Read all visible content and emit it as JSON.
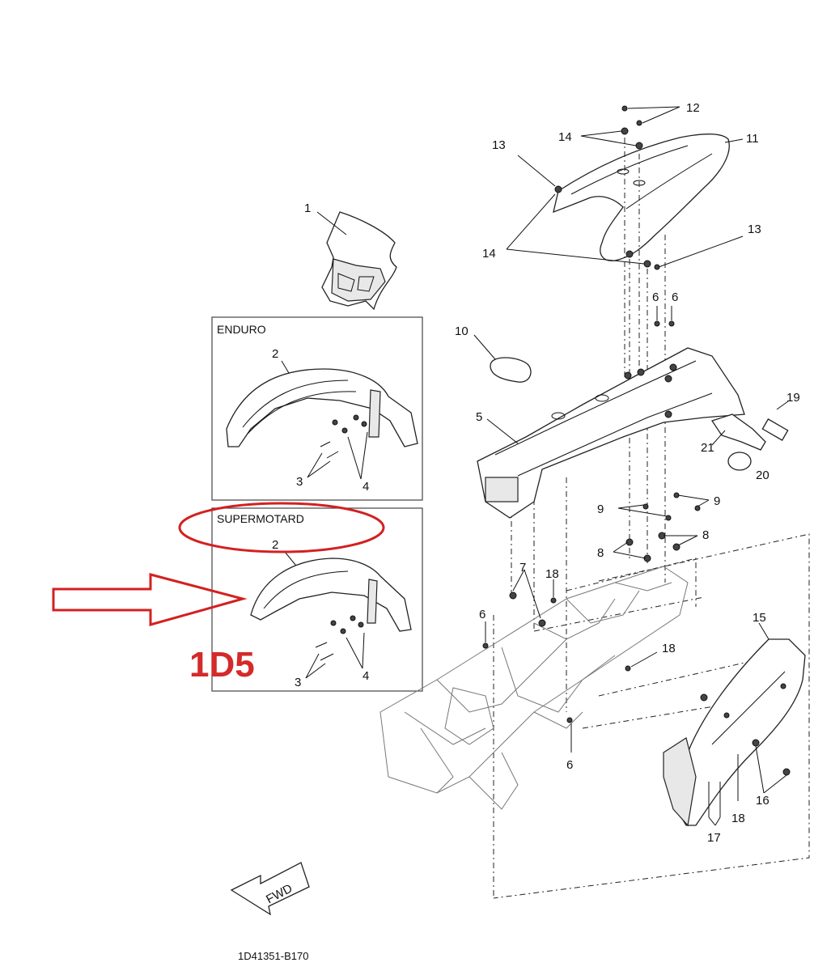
{
  "box_enduro": {
    "title": "ENDURO"
  },
  "box_supermotard": {
    "title": "SUPERMOTARD"
  },
  "callout": {
    "text": "1D5"
  },
  "fwd": {
    "text": "FWD"
  },
  "drawing_code": "1D41351-B170",
  "part_numbers": {
    "p1": "1",
    "p2a": "2",
    "p2b": "2",
    "p3a": "3",
    "p3b": "3",
    "p4a": "4",
    "p4b": "4",
    "p5": "5",
    "p6a": "6",
    "p6b": "6",
    "p6c": "6",
    "p6d": "6",
    "p7": "7",
    "p8a": "8",
    "p8b": "8",
    "p9a": "9",
    "p9b": "9",
    "p10": "10",
    "p11": "11",
    "p12": "12",
    "p13a": "13",
    "p13b": "13",
    "p14a": "14",
    "p14b": "14",
    "p15": "15",
    "p16": "16",
    "p17": "17",
    "p18a": "18",
    "p18b": "18",
    "p18c": "18",
    "p19": "19",
    "p20": "20",
    "p21": "21"
  },
  "colors": {
    "highlight": "#d32020",
    "callout_text": "#d42a2a",
    "line": "#111111"
  }
}
